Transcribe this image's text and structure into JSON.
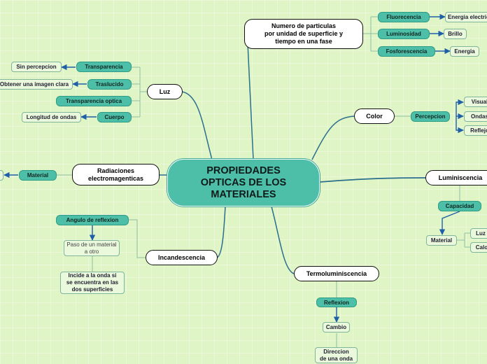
{
  "central": "PROPIEDADES\nOPTICAS DE LOS\nMATERIALES",
  "luz": {
    "label": "Luz",
    "items": [
      "Transparencia",
      "Traslucido",
      "Transparencia optica",
      "Cuerpo"
    ],
    "leaves": [
      "Sin percepcion",
      "Obtener una imagen clara",
      "Longitud de ondas"
    ]
  },
  "radiaciones": {
    "label": "Radiaciones\nelectromagenticas",
    "items": [
      "Material"
    ]
  },
  "incandescencia": {
    "label": "Incandescencia",
    "items": [
      "Angulo de reflexion",
      "Paso de un material\na otro",
      "Incide a la onda si\nse encuentra en las\ndos superficies"
    ]
  },
  "numero": {
    "label": "Numero de particulas\npor unidad de superficie y\ntiempo en una fase",
    "items": [
      "Fluorecencia",
      "Luminosidad",
      "Fosforescencia"
    ],
    "leaves": [
      "Energia electrica",
      "Brillo",
      "Energia"
    ]
  },
  "color": {
    "label": "Color",
    "items": [
      "Percepcion"
    ],
    "leaves": [
      "Visual",
      "Ondas",
      "Reflejo"
    ]
  },
  "luminiscencia": {
    "label": "Luminiscencia",
    "items": [
      "Capacidad",
      "Material"
    ],
    "leaves": [
      "Luz",
      "Calor"
    ]
  },
  "termo": {
    "label": "Termoluminiscencia",
    "items": [
      "Reflexion",
      "Cambio",
      "Direccion\nde una onda"
    ]
  },
  "colors": {
    "link": "#2a6f8e",
    "arrow": "#1f5fa8",
    "tag": "#4dbfa8",
    "leaf_border": "#7fb59a",
    "background": "#dff5c5"
  }
}
